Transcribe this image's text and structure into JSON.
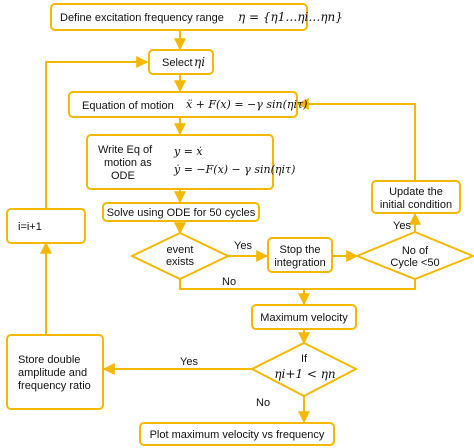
{
  "colors": {
    "stroke": "#f5b800",
    "text": "#111111"
  },
  "nodes": {
    "define_range": {
      "text": "Define excitation frequency range",
      "math": "η = {η1…ηi…ηn}"
    },
    "select": {
      "text": "Select",
      "math": "ηi"
    },
    "equation": {
      "text": "Equation of motion",
      "math": "ẍ + F(x) = −γ sin(ηiτ)"
    },
    "write_ode": {
      "line1": "Write Eq of",
      "line2": "motion as",
      "line3": "ODE",
      "math1": "y = ẋ",
      "math2": "ẏ = −F(x) − γ sin(ηiτ)"
    },
    "solve": {
      "text": "Solve using ODE for 50 cycles"
    },
    "event_exists": {
      "line1": "event",
      "line2": "exists"
    },
    "stop": {
      "line1": "Stop the",
      "line2": "integration"
    },
    "no_cycle": {
      "line1": "No of",
      "line2": "Cycle <50"
    },
    "update": {
      "line1": "Update the",
      "line2": "initial condition"
    },
    "increment": {
      "text": "i=i+1"
    },
    "max_velocity": {
      "text": "Maximum velocity"
    },
    "if_cond": {
      "line1": "If",
      "math": "ηi+1 < ηn"
    },
    "store": {
      "line1": "Store double",
      "line2": "amplitude and",
      "line3": "frequency ratio"
    },
    "plot": {
      "text": "Plot maximum velocity vs frequency"
    }
  },
  "edge_labels": {
    "event_yes": "Yes",
    "event_no": "No",
    "cycle_yes": "Yes",
    "if_yes": "Yes",
    "if_no": "No"
  }
}
